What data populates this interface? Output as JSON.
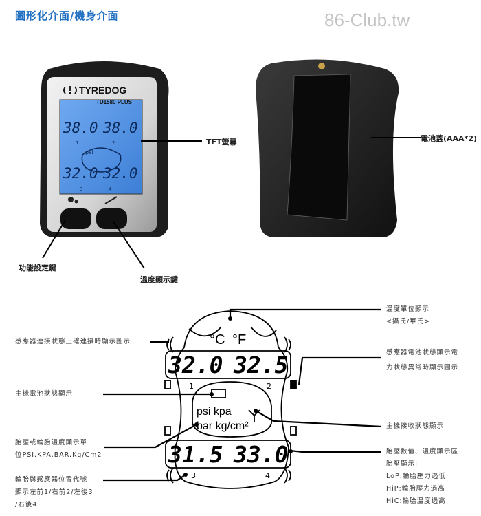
{
  "header": {
    "title": "圖形化介面/機身介面",
    "watermark": "86-Club.tw"
  },
  "front_device": {
    "brand": "TYREDOG",
    "model": "TD1580 PLUS",
    "screen": {
      "front_left": "38.0",
      "front_right": "38.0",
      "rear_left": "32.0",
      "rear_right": "32.0",
      "unit": "psi",
      "pos1": "1",
      "pos2": "2",
      "pos3": "3",
      "pos4": "4"
    }
  },
  "callouts_top": {
    "tft": "TFT螢幕",
    "battery_cover": "電池蓋(AAA*2)",
    "function_key": "功能設定鍵",
    "temp_key": "溫度顯示鍵"
  },
  "lcd_diagram": {
    "temp_c": "°C",
    "temp_f": "°F",
    "tire1": "32.0",
    "tire2": "32.5",
    "tire3": "31.5",
    "tire4": "33.0",
    "pos1": "1",
    "pos2": "2",
    "pos3": "3",
    "pos4": "4",
    "units_line1": "psi kpa",
    "units_line2": "bar kg/cm²"
  },
  "left_notes": {
    "sensor_connection": "感應器連接狀態正確連接時顯示圖示",
    "host_battery": "主機電池狀態顯示",
    "unit_line1": "胎壓或輪胎溫度顯示單",
    "unit_line2": "位PSI.KPA.BAR.Kg/Cm2",
    "position_line1": "輪胎與感應器位置代號",
    "position_line2": "顯示左前1/右前2/左後3",
    "position_line3": "/右後4"
  },
  "right_notes": {
    "temp_unit_line1": "溫度單位顯示",
    "temp_unit_line2": "<攝氏/華氏>",
    "sensor_battery_line1": "感應器電池狀態顯示電",
    "sensor_battery_line2": "力狀態異常時顯示圖示",
    "receive_status": "主機接收狀態顯示",
    "value_line1": "胎壓數值、溫度顯示區",
    "value_line2": "胎壓顯示:",
    "value_line3": "LoP:輪胎壓力過低",
    "value_line4": "HiP:輪胎壓力過高",
    "value_line5": "HiC:輪胎溫度過高"
  },
  "colors": {
    "title": "#1f6fc2",
    "screen": "#4f8fe0",
    "watermark": "#c4c4c4"
  }
}
